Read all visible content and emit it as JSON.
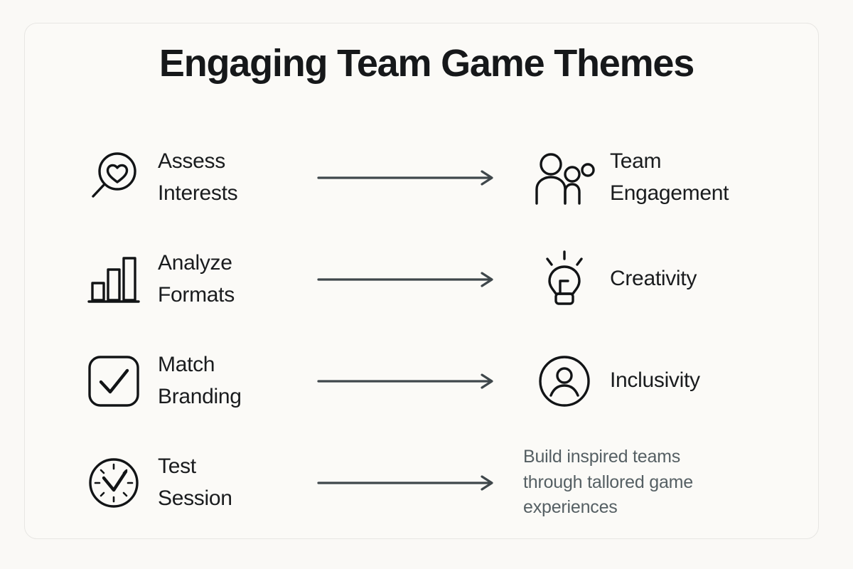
{
  "canvas": {
    "background_color": "#faf9f6",
    "card_background_color": "#fbfaf7",
    "card_border_color": "#e7e6e3"
  },
  "header": {
    "title": "Engaging Team Game Themes"
  },
  "colors": {
    "title": "#16181a",
    "label": "#1a1c1e",
    "summary": "#555f63",
    "icon_stroke": "#121416",
    "arrow": "#3f474b"
  },
  "rows": [
    {
      "step_icon": "magnifier-heart-icon",
      "step_label": "Assess\nInterests",
      "arrow_icon": "arrow-right-icon",
      "outcome_icon": "group-people-icon",
      "outcome_label": "Team\nEngagement",
      "outcome_type": "label"
    },
    {
      "step_icon": "bar-chart-icon",
      "step_label": "Analyze\nFormats",
      "arrow_icon": "arrow-right-icon",
      "outcome_icon": "lightbulb-icon",
      "outcome_label": "Creativity",
      "outcome_type": "label"
    },
    {
      "step_icon": "checkbox-check-icon",
      "step_label": "Match\nBranding",
      "arrow_icon": "arrow-right-icon",
      "outcome_icon": "person-circle-icon",
      "outcome_label": "Inclusivity",
      "outcome_type": "label"
    },
    {
      "step_icon": "clock-check-icon",
      "step_label": "Test\nSession",
      "arrow_icon": "arrow-right-icon",
      "outcome_icon": "",
      "outcome_label": "Build inspired teams\nthrough tallored game\nexperiences",
      "outcome_type": "summary"
    }
  ]
}
